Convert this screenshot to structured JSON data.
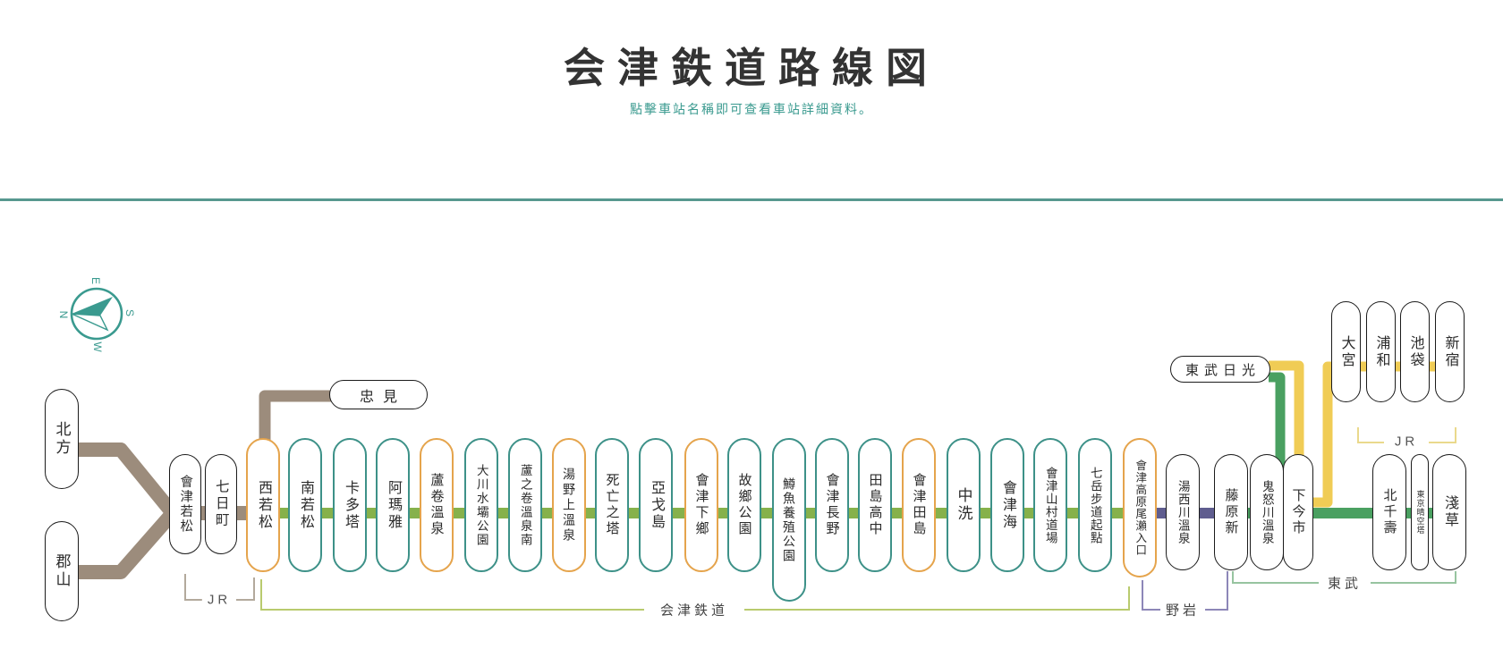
{
  "page": {
    "title": "会津鉄道路線図",
    "subtitle": "點擊車站名稱即可查看車站詳細資料。"
  },
  "compass": {
    "n": "N",
    "e": "E",
    "s": "S",
    "w": "W"
  },
  "palette": {
    "jr_west_line": "#9c8c7c",
    "aizu_line": "#86b14b",
    "yagan_line": "#5f5d8f",
    "tobu_line": "#4aa061",
    "jr_express_line": "#f0cc55",
    "station_regular_border": "#3d9188",
    "station_major_border": "#e5a44c",
    "station_other_border": "#1b1b1b",
    "accent_teal": "#3a9a8f"
  },
  "brackets": {
    "jr_west": "JR",
    "aizu": "会津鉄道",
    "yagan": "野岩",
    "tobu": "東武",
    "jr_east": "JR"
  },
  "stations": {
    "jr_west": [
      {
        "name": "北方"
      },
      {
        "name": "郡山"
      },
      {
        "name": "會津若松"
      },
      {
        "name": "七日町"
      },
      {
        "name": "忠見"
      }
    ],
    "aizu": [
      {
        "name": "西若松",
        "major": true
      },
      {
        "name": "南若松"
      },
      {
        "name": "卡多塔"
      },
      {
        "name": "阿瑪雅"
      },
      {
        "name": "蘆卷溫泉",
        "major": true
      },
      {
        "name": "大川水壩公園"
      },
      {
        "name": "蘆之卷溫泉南"
      },
      {
        "name": "湯野上溫泉",
        "major": true
      },
      {
        "name": "死亡之塔"
      },
      {
        "name": "亞戈島"
      },
      {
        "name": "會津下鄉",
        "major": true
      },
      {
        "name": "故鄉公園"
      },
      {
        "name": "鱒魚養殖公園"
      },
      {
        "name": "會津長野"
      },
      {
        "name": "田島高中"
      },
      {
        "name": "會津田島",
        "major": true
      },
      {
        "name": "中洗"
      },
      {
        "name": "會津海"
      },
      {
        "name": "會津山村道場"
      },
      {
        "name": "七岳步道起點"
      },
      {
        "name": "會津高原尾瀨入口",
        "major": true
      }
    ],
    "yagan_tobu": [
      {
        "name": "湯西川溫泉"
      },
      {
        "name": "藤原新"
      },
      {
        "name": "鬼怒川溫泉"
      },
      {
        "name": "下今市"
      },
      {
        "name": "北千壽"
      },
      {
        "name": "東京晴空塔"
      },
      {
        "name": "淺草"
      }
    ],
    "tobu_branch": [
      {
        "name": "東武日光"
      }
    ],
    "jr_east": [
      {
        "name": "大宮"
      },
      {
        "name": "浦和"
      },
      {
        "name": "池袋"
      },
      {
        "name": "新宿"
      }
    ]
  }
}
